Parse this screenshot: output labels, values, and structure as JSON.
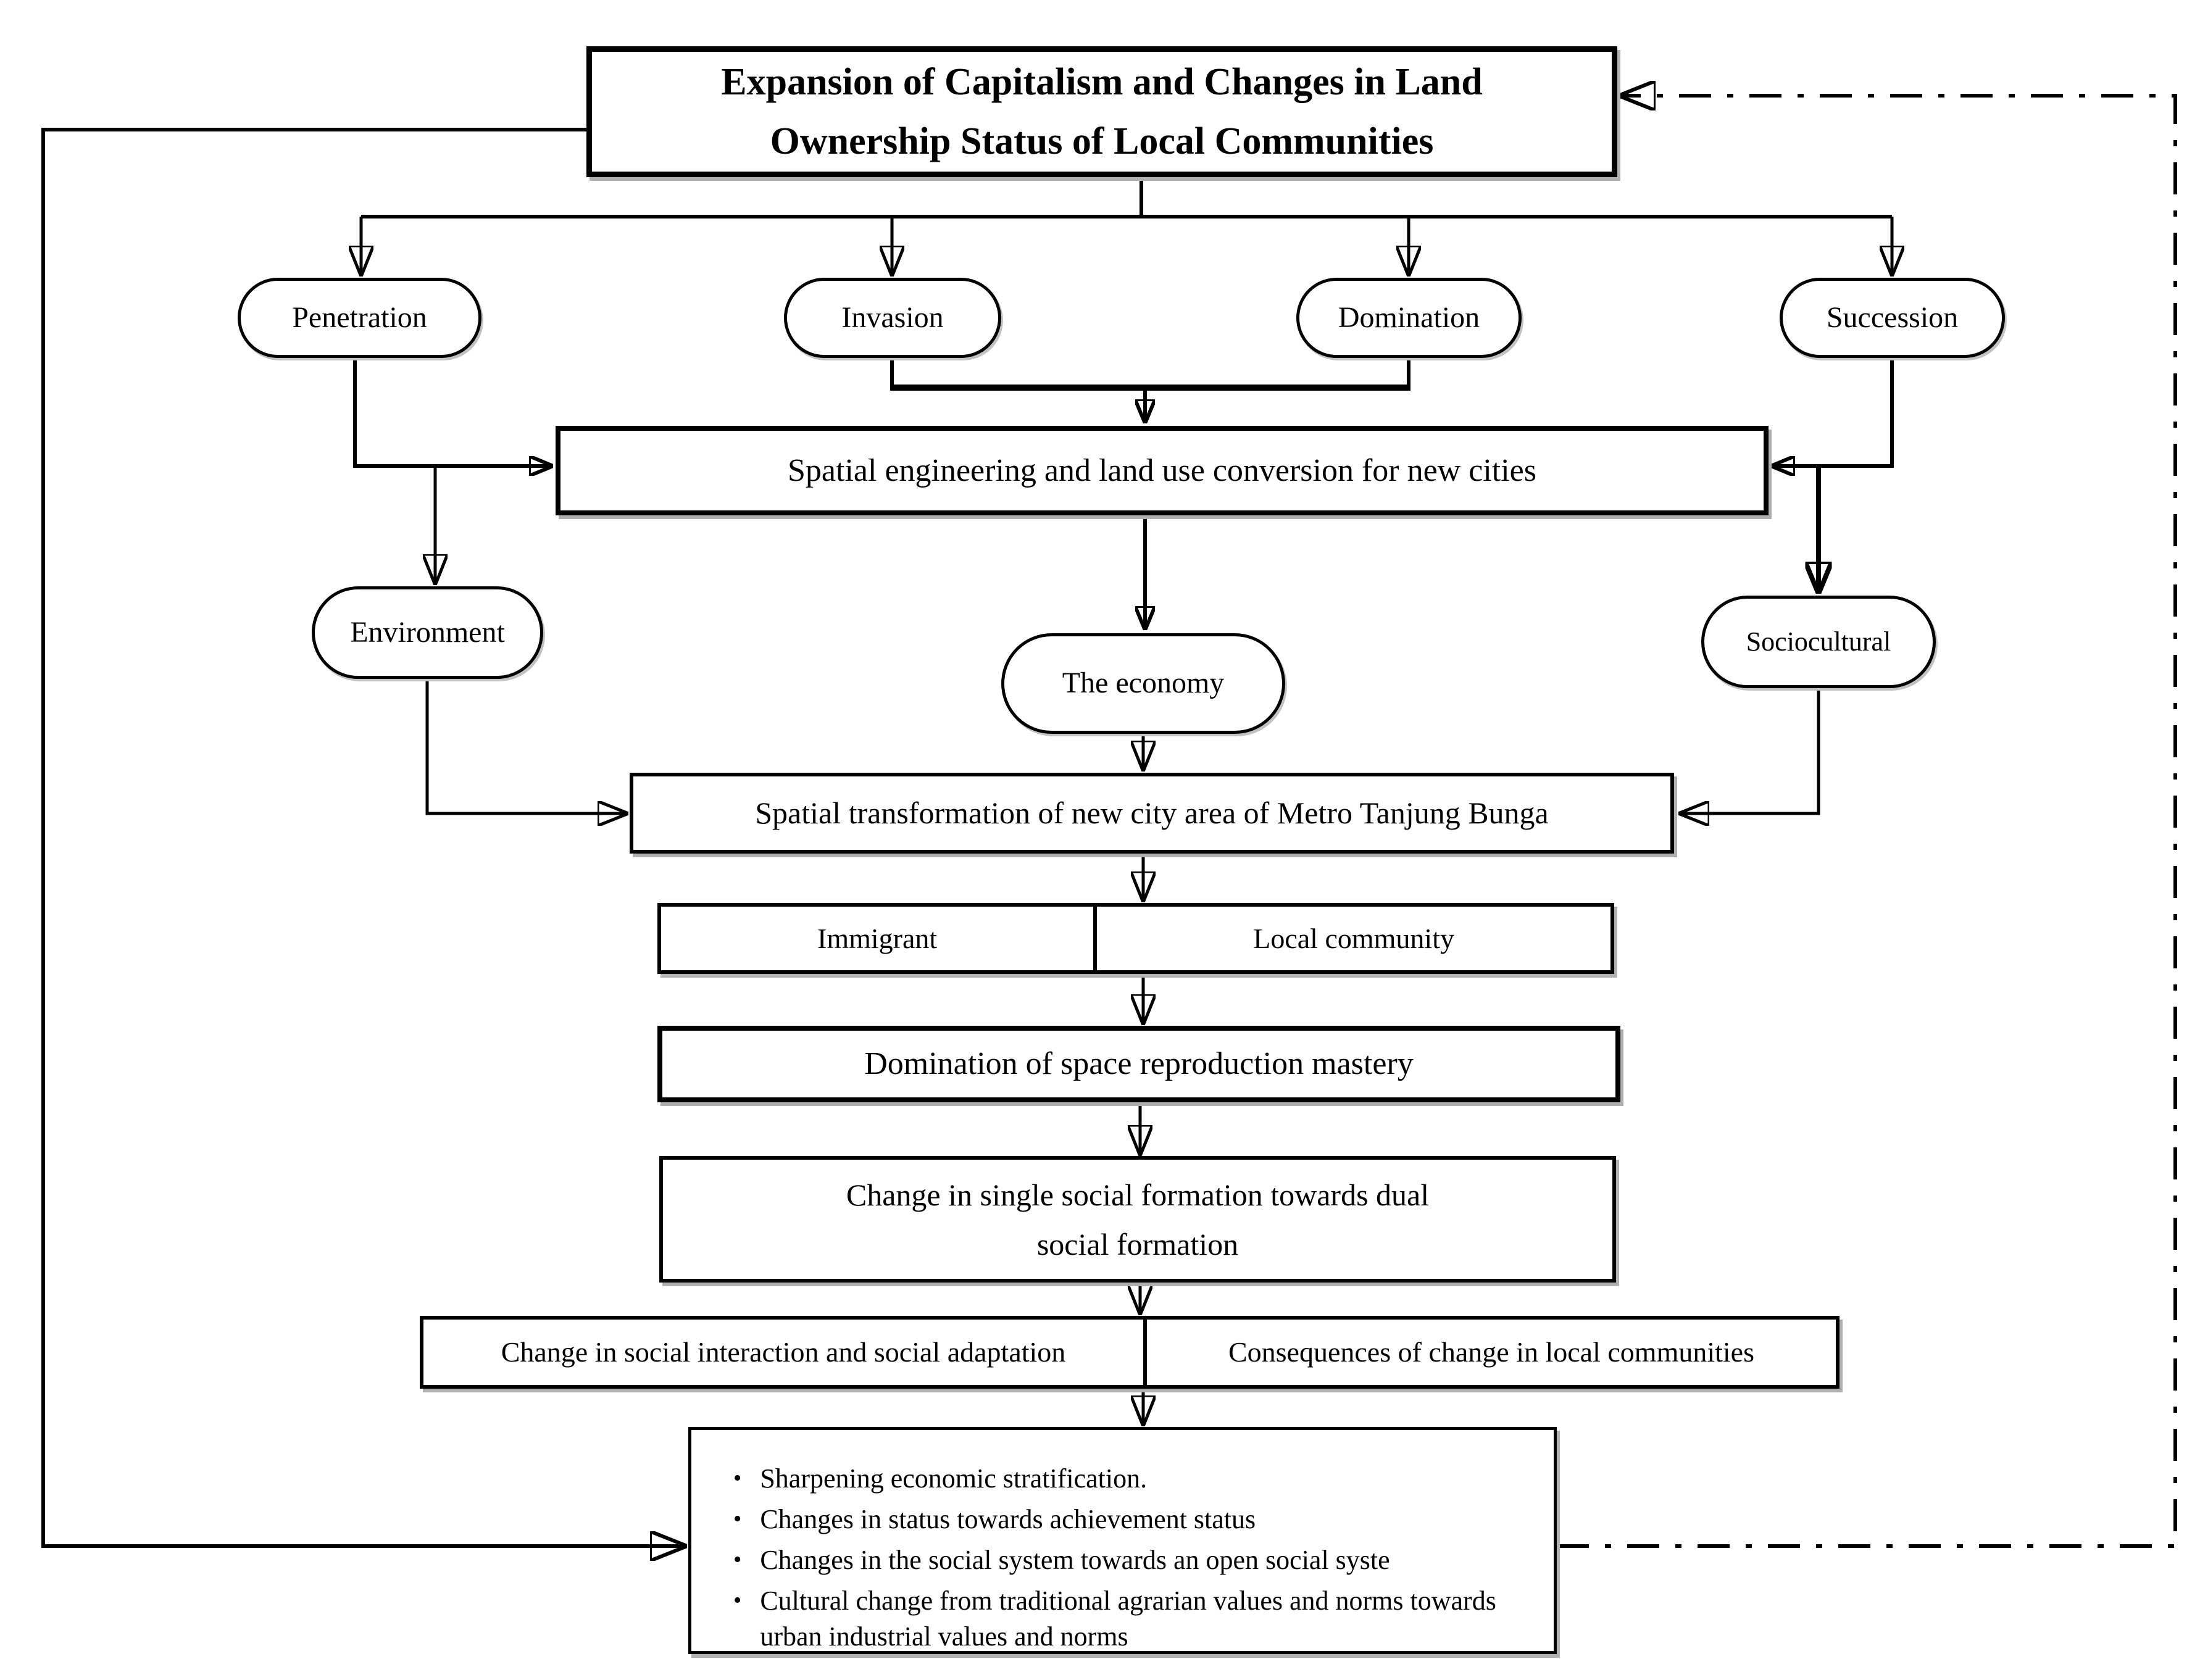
{
  "title": {
    "lines": [
      "Expansion of Capitalism and Changes in Land",
      "Ownership Status of Local Communities"
    ]
  },
  "stages": {
    "penetration": "Penetration",
    "invasion": "Invasion",
    "domination": "Domination",
    "succession": "Succession"
  },
  "middle": {
    "spatial_engineering": "Spatial engineering and land use conversion for new cities",
    "environment": "Environment",
    "economy": "The economy",
    "sociocultural": "Sociocultural",
    "spatial_transformation": "Spatial transformation of new city area of Metro Tanjung Bunga"
  },
  "split1": {
    "left": "Immigrant",
    "right": "Local community"
  },
  "lower": {
    "domination_space": "Domination of space reproduction mastery",
    "change_formation_lines": [
      "Change in single social formation towards dual",
      "social formation"
    ]
  },
  "split2": {
    "left": "Change in social interaction and social adaptation",
    "right": "Consequences of change in local communities"
  },
  "outcomes": {
    "bullet_glyph": "•",
    "items": [
      "Sharpening economic stratification.",
      "Changes in status towards achievement status",
      "Changes in the social system towards an open social syste",
      "Cultural change from traditional agrarian values and norms towards urban industrial values and norms"
    ]
  },
  "colors": {
    "line": "#000000",
    "text": "#000000",
    "background": "#ffffff",
    "shadow": "#b0b0b0"
  }
}
